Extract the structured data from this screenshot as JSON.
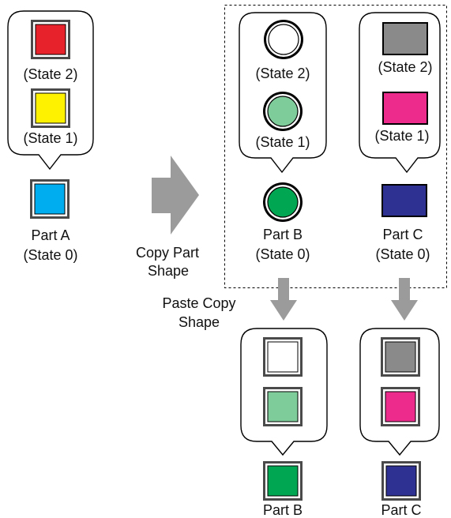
{
  "colors": {
    "red": "#e8222a",
    "yellow": "#fff200",
    "cyan": "#00aeef",
    "light_green": "#7fcc9b",
    "green": "#00a651",
    "white": "#ffffff",
    "gray": "#8a8a8a",
    "magenta": "#ec2b8c",
    "navy": "#2e3192",
    "arrow_gray": "#9b9b9b",
    "outline": "#000000"
  },
  "part_a": {
    "state2": "(State 2)",
    "state1": "(State 1)",
    "name": "Part A",
    "state0": "(State 0)"
  },
  "part_b": {
    "state2": "(State 2)",
    "state1": "(State 1)",
    "name": "Part B",
    "state0": "(State 0)",
    "result_name": "Part B"
  },
  "part_c": {
    "state2": "(State 2)",
    "state1": "(State 1)",
    "name": "Part C",
    "state0": "(State 0)",
    "result_name": "Part C"
  },
  "labels": {
    "copy_line1": "Copy Part",
    "copy_line2": "Shape",
    "paste_line1": "Paste Copy",
    "paste_line2": "Shape"
  }
}
